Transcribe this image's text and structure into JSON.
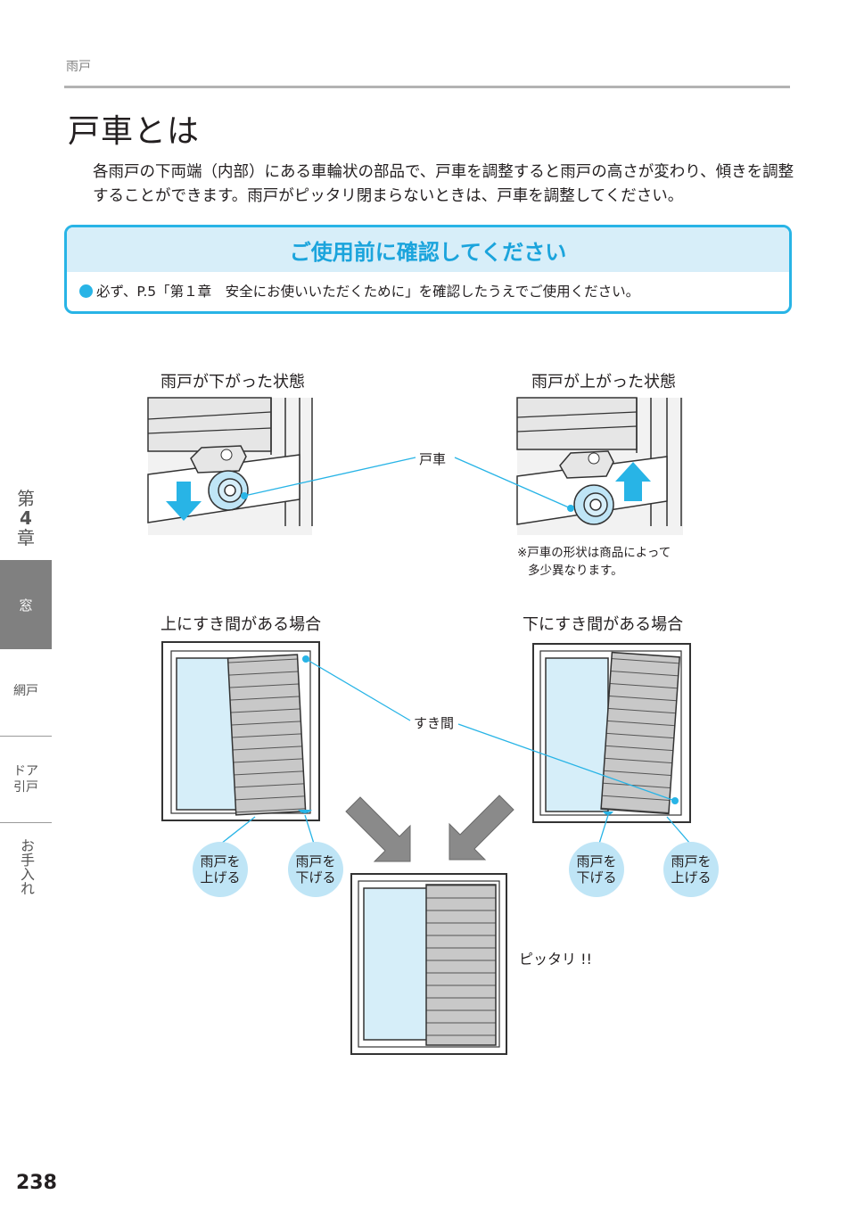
{
  "header": {
    "section": "雨戸"
  },
  "title": "戸車とは",
  "intro": "各雨戸の下両端（内部）にある車輪状の部品で、戸車を調整すると雨戸の高さが変わり、傾きを調整することができます。雨戸がピッタリ閉まらないときは、戸車を調整してください。",
  "notice": {
    "heading": "ご使用前に確認してください",
    "text": "必ず、P.5「第１章　安全にお使いいただくために」を確認したうえでご使用ください。"
  },
  "figure_top": {
    "left_caption": "雨戸が下がった状態",
    "right_caption": "雨戸が上がった状態",
    "callout": "戸車",
    "note_line1": "※戸車の形状は商品によって",
    "note_line2": "多少異なります。"
  },
  "figure_bottom": {
    "left_caption": "上にすき間がある場合",
    "right_caption": "下にすき間がある場合",
    "callout": "すき間",
    "bubbles": [
      {
        "line1": "雨戸を",
        "line2": "上げる"
      },
      {
        "line1": "雨戸を",
        "line2": "下げる"
      },
      {
        "line1": "雨戸を",
        "line2": "下げる"
      },
      {
        "line1": "雨戸を",
        "line2": "上げる"
      }
    ],
    "result": "ピッタリ !!"
  },
  "sidebar": {
    "chapter": [
      "第",
      "4",
      "章"
    ],
    "items": [
      {
        "label": "窓"
      },
      {
        "label": "網戸"
      },
      {
        "line1": "ドア",
        "line2": "引戸"
      },
      {
        "label": "お手入れ"
      }
    ]
  },
  "page_number": "238",
  "colors": {
    "accent": "#28b4e6",
    "notice_bg": "#d7eef9",
    "glass": "#d6eef9",
    "shutter": "#c8c8c8",
    "sidebar_active": "#808080"
  }
}
